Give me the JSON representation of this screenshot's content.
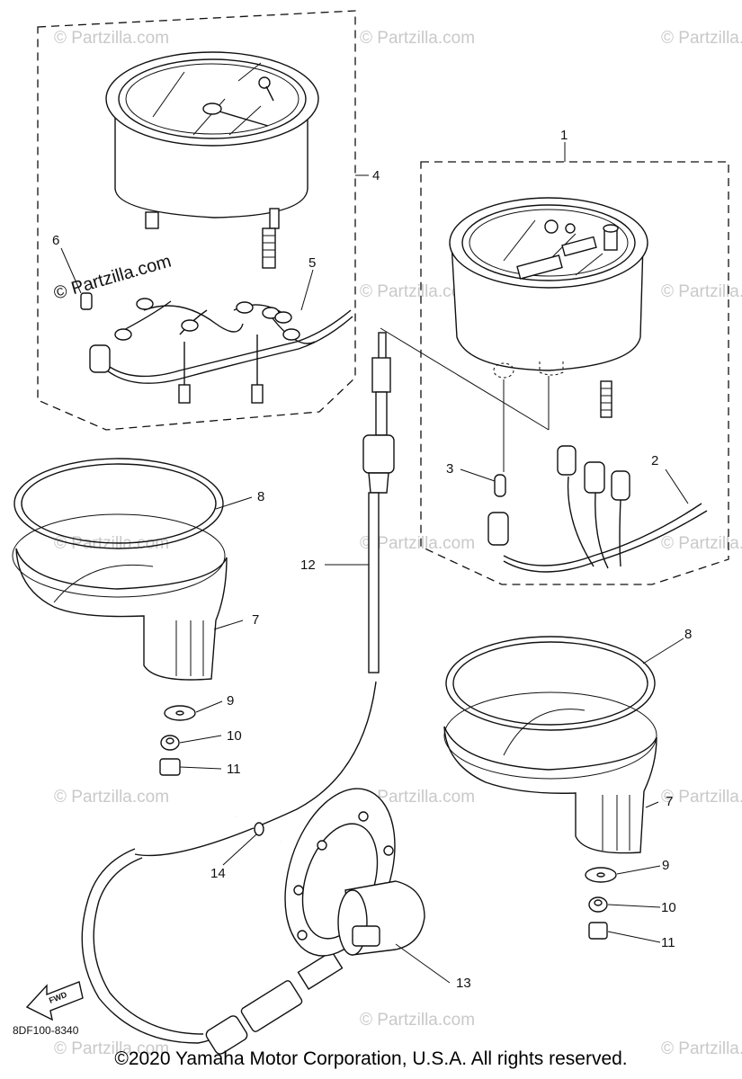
{
  "diagram": {
    "watermark": "© Partzilla.com",
    "partzilla_label": "© Partzilla.com",
    "diagram_code": "8DF100-8340",
    "fwd_label": "FWD",
    "callouts": {
      "c1": "1",
      "c2": "2",
      "c3": "3",
      "c4": "4",
      "c5": "5",
      "c6": "6",
      "c7a": "7",
      "c7b": "7",
      "c8a": "8",
      "c8b": "8",
      "c9a": "9",
      "c9b": "9",
      "c10a": "10",
      "c10b": "10",
      "c11a": "11",
      "c11b": "11",
      "c12": "12",
      "c13": "13",
      "c14": "14"
    }
  },
  "footer": {
    "copyright": "©2020 Yamaha Motor Corporation, U.S.A. All rights reserved."
  }
}
